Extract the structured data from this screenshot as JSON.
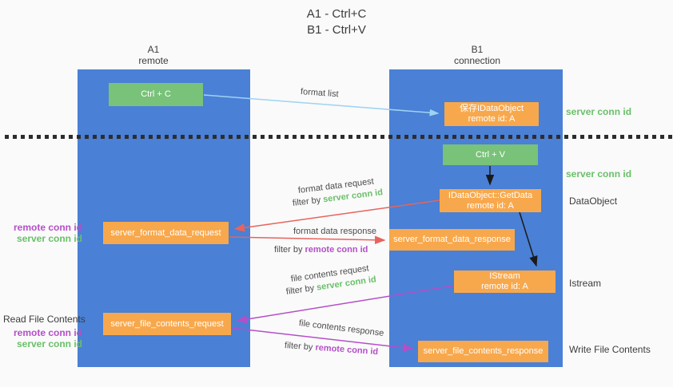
{
  "title": {
    "line1": "A1 - Ctrl+C",
    "line2": "B1 - Ctrl+V"
  },
  "lifelines": {
    "left": {
      "name": "A1",
      "role": "remote"
    },
    "right": {
      "name": "B1",
      "role": "connection"
    }
  },
  "nodes": {
    "ctrl_c": {
      "label": "Ctrl + C"
    },
    "ctrl_v": {
      "label": "Ctrl + V"
    },
    "save_dataobject": {
      "line1": "保存IDataObject",
      "line2": "remote id: A"
    },
    "getdata": {
      "line1": "IDataObject::GetData",
      "line2": "remote id: A"
    },
    "istream": {
      "line1": "IStream",
      "line2": "remote id: A"
    },
    "format_request": {
      "label": "server_format_data_request"
    },
    "format_response": {
      "label": "server_format_data_response"
    },
    "file_request": {
      "label": "server_file_contents_request"
    },
    "file_response": {
      "label": "server_file_contents_response"
    }
  },
  "edge_labels": {
    "format_list": "format list",
    "format_data_request": "format data request",
    "format_data_response": "format data response",
    "file_contents_request": "file contents request",
    "file_contents_response": "file contents response",
    "filter_by": "filter by",
    "server_conn_id": "server conn id",
    "remote_conn_id": "remote conn id"
  },
  "side_annotations": {
    "server_conn_id_top": "server conn id",
    "server_conn_id_mid": "server conn id",
    "dataobject": "DataObject",
    "istream": "Istream",
    "write_file_contents": "Write File Contents",
    "read_file_contents": "Read File Contents",
    "remote_conn_id": "remote conn id",
    "server_conn_id": "server conn id"
  },
  "colors": {
    "lifeline_blue": "#4a80d5",
    "node_green": "#79c279",
    "node_orange": "#f8a84c",
    "arrow_red": "#e8635c",
    "arrow_purple": "#b44fc8",
    "arrow_lightblue": "#9ed3f3",
    "arrow_black": "#1a1a1a",
    "text_green": "#6abf6a",
    "text_purple": "#b44fc8"
  }
}
